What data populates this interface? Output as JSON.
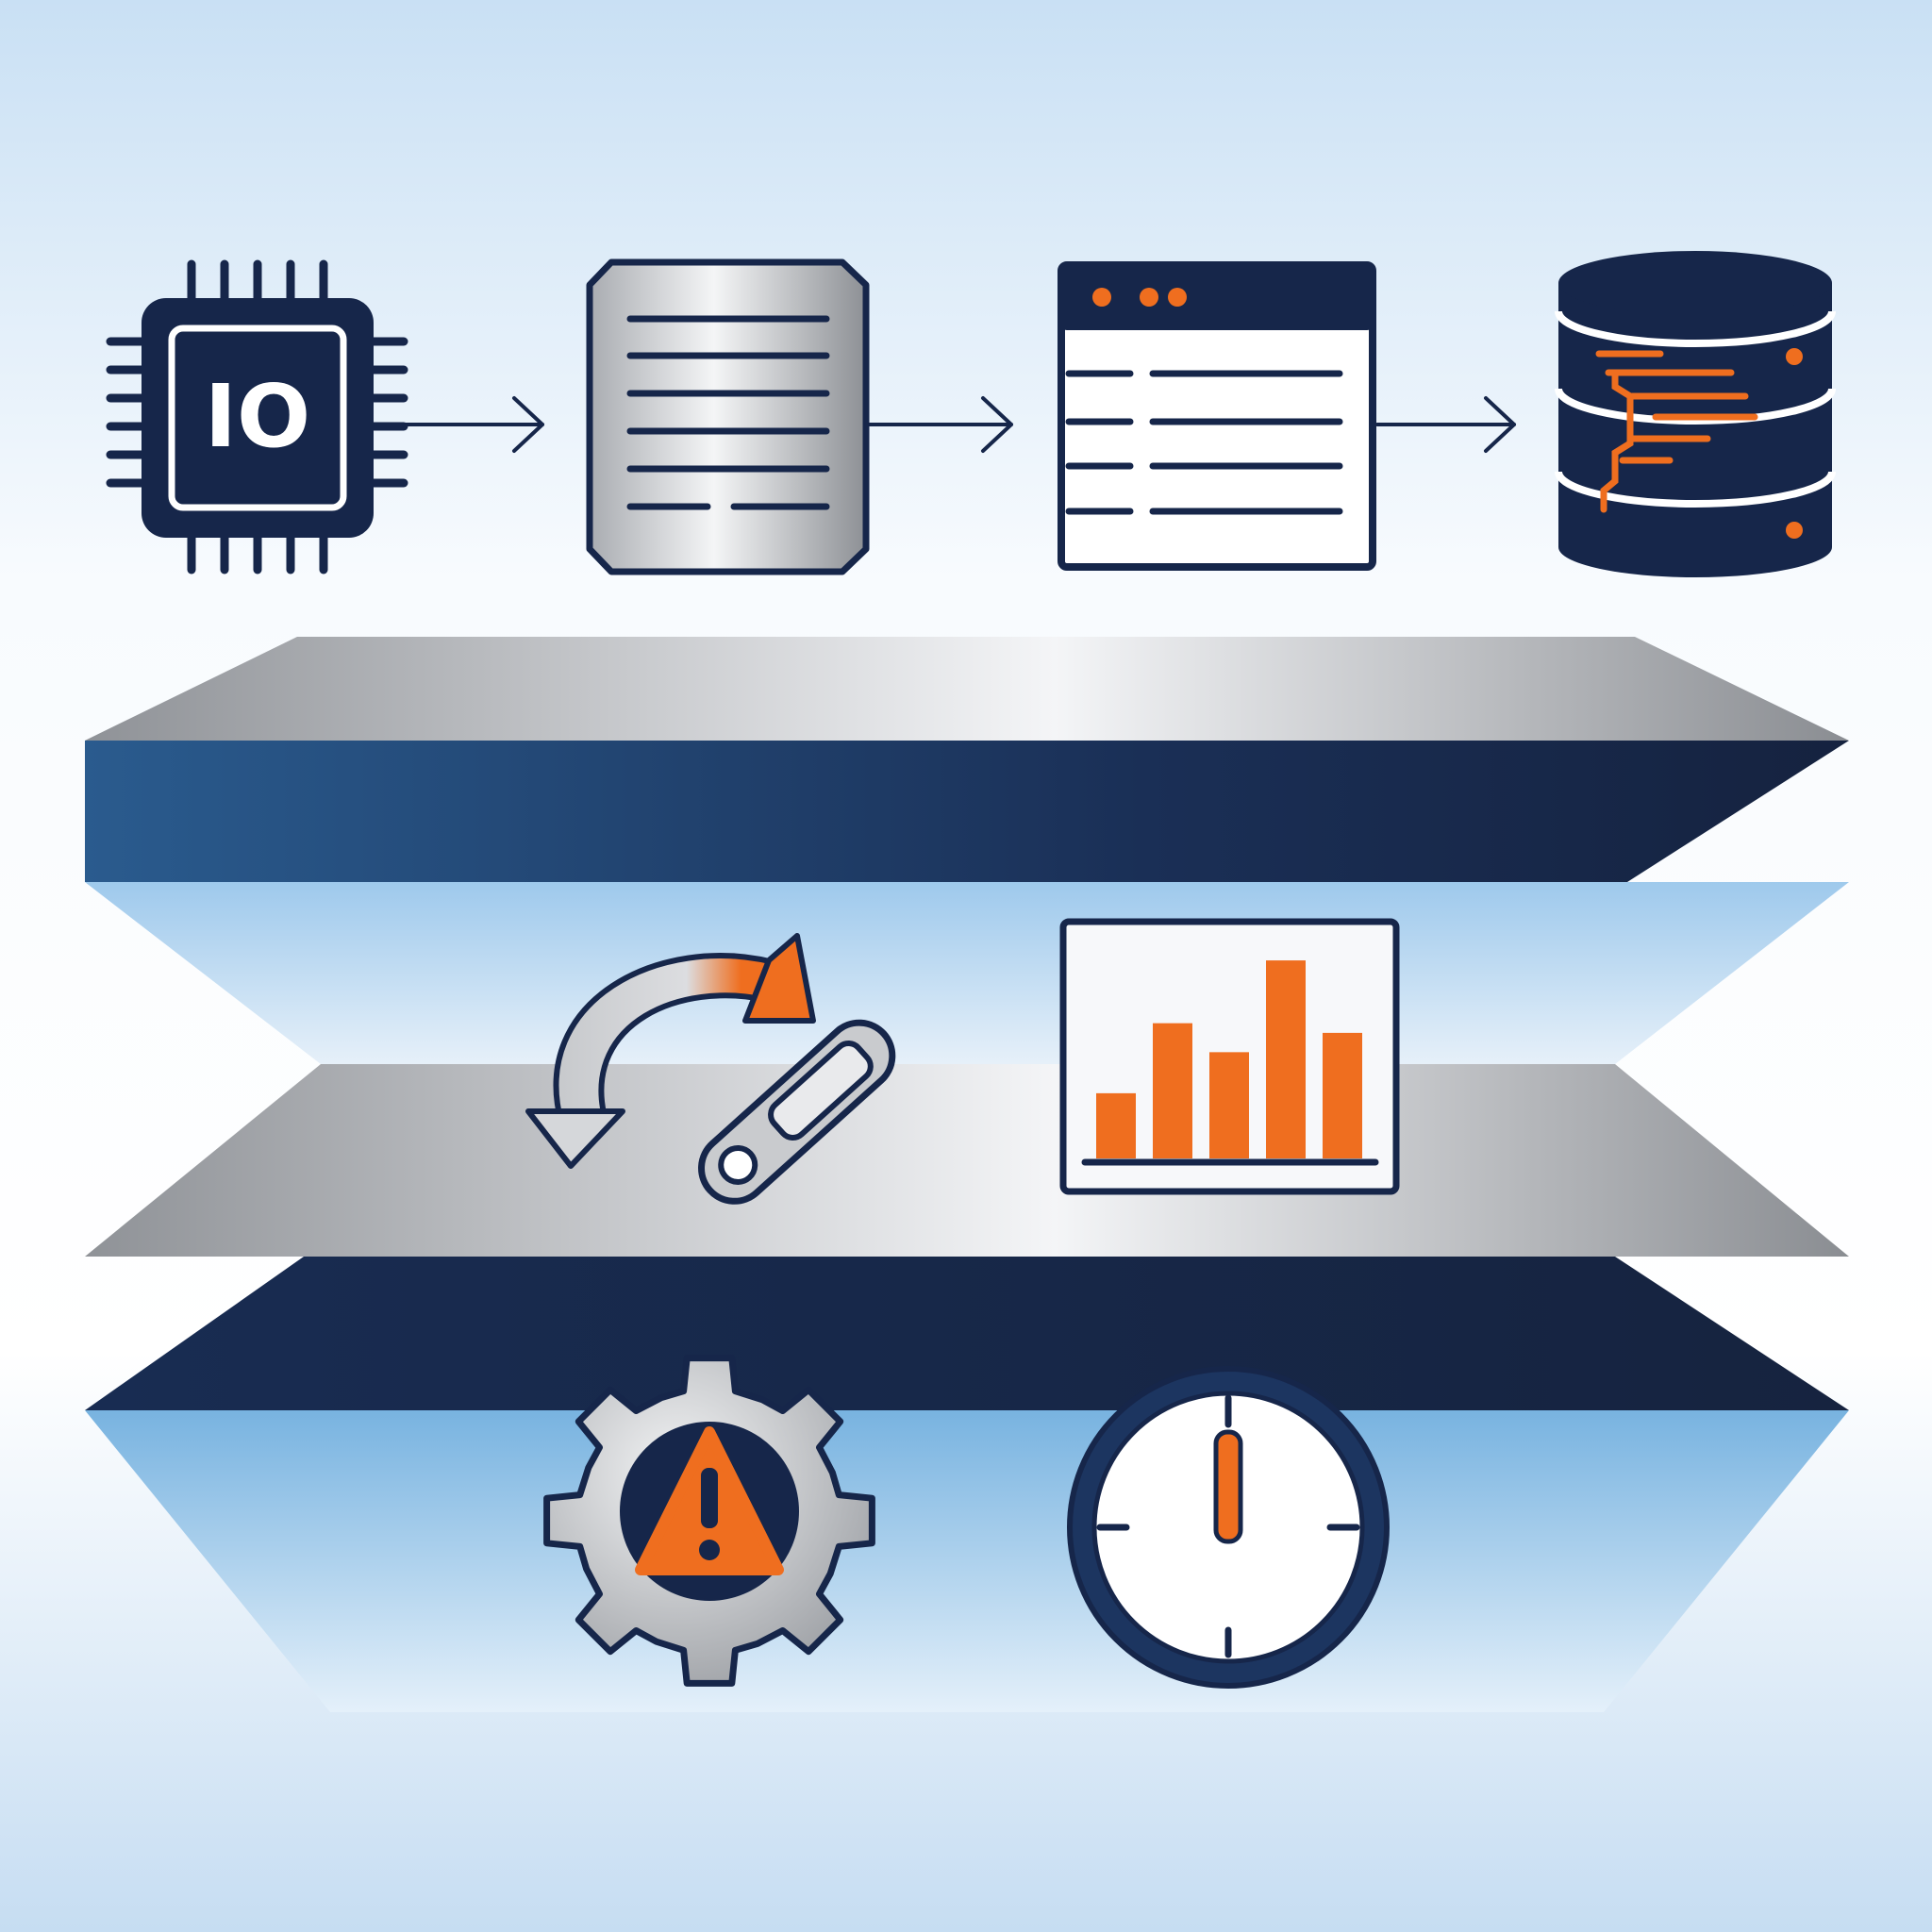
{
  "colors": {
    "navy": "#16264a",
    "navy_mid": "#1c3560",
    "accent_orange": "#ef6e1f",
    "steel_light": "#f2f3f5",
    "steel_dark": "#8e9196",
    "sky_blue": "#7fb8e4",
    "background_top": "#cfe3f5",
    "background_mid": "#f7fafd"
  },
  "pipeline": {
    "chip": {
      "icon": "chip-icon",
      "label": "IO"
    },
    "document": {
      "icon": "document-icon"
    },
    "window": {
      "icon": "window-icon"
    },
    "database": {
      "icon": "database-icon"
    }
  },
  "layer_icons": [
    "circular-arrow-icon",
    "slider-toggle-icon",
    "bar-chart-icon",
    "gear-warning-icon",
    "clock-icon"
  ],
  "bar_chart": {
    "values": [
      0.27,
      0.56,
      0.44,
      0.82,
      0.52
    ]
  },
  "clock": {
    "hand": "12 o'clock"
  }
}
